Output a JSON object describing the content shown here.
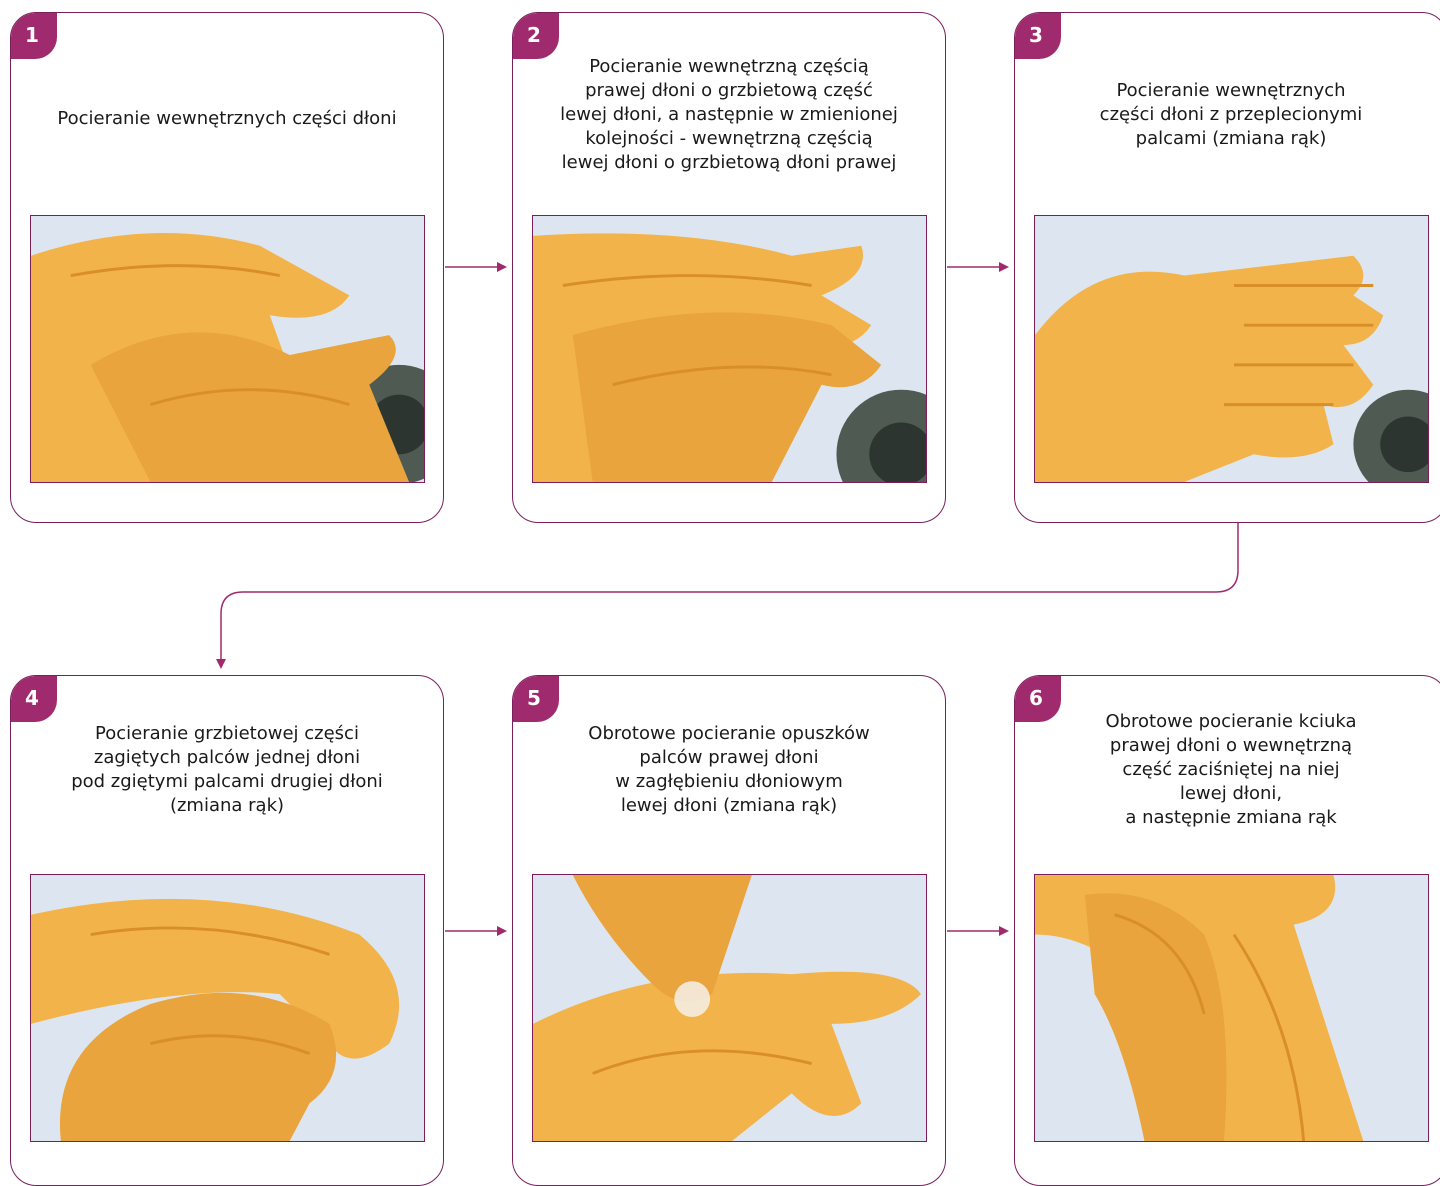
{
  "steps": [
    {
      "number": "1",
      "text": "Pocieranie wewnętrznych części dłoni"
    },
    {
      "number": "2",
      "text": "Pocieranie wewnętrzną częścią\nprawej dłoni o grzbietową część\nlewej dłoni, a następnie w zmienionej\nkolejności - wewnętrzną częścią\nlewej dłoni o grzbietową dłoni prawej"
    },
    {
      "number": "3",
      "text": "Pocieranie wewnętrznych\nczęści dłoni z przeplecionymi\npalcami (zmiana rąk)"
    },
    {
      "number": "4",
      "text": "Pocieranie grzbietowej części\nzagiętych palców jednej dłoni\npod zgiętymi palcami drugiej dłoni\n(zmiana rąk)"
    },
    {
      "number": "5",
      "text": "Obrotowe pocieranie opuszków\npalców prawej dłoni\nw zagłębieniu dłoniowym\nlewej dłoni (zmiana rąk)"
    },
    {
      "number": "6",
      "text": "Obrotowe pocieranie kciuka\nprawej dłoni o wewnętrzną\nczęść zaciśniętej na niej\nlewej dłoni,\na następnie zmiana rąk"
    }
  ],
  "colors": {
    "accent": "#a02a6e",
    "border": "#7a1f5c",
    "skin": "#f2b44a",
    "skin_shadow": "#d98e2a",
    "water_bg": "#dde6f0"
  },
  "icons": {
    "illustration": "hands-washing-illustration",
    "connector": "arrow-right-icon"
  }
}
